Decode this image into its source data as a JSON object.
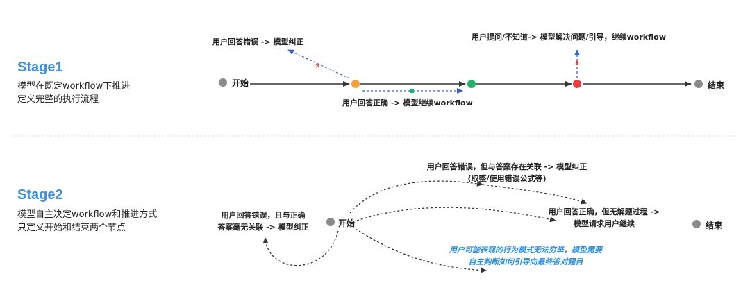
{
  "stage1": {
    "title": "Stage1",
    "desc_line1": "模型在既定workflow下推进",
    "desc_line2": "定义完整的执行流程",
    "start_label": "开始",
    "end_label": "结束",
    "wrong_label": "用户回答错误 -> 模型纠正",
    "correct_label": "用户回答正确 -> 模型继续workflow",
    "question_label": "用户提问/不知道-> 模型解决问题/引导，继续workflow",
    "colors": {
      "start": "#8a8a8a",
      "orange": "#f5a03a",
      "green": "#1fb36b",
      "red": "#ee3b3b",
      "end": "#8a8a8a",
      "dashed_arrow": "#2f63c8"
    }
  },
  "stage2": {
    "title": "Stage2",
    "desc_line1": "模型自主决定workflow和推进方式",
    "desc_line2": "只定义开始和结束两个节点",
    "start_label": "开始",
    "end_label": "结束",
    "left_line1": "用户回答错误，且与正确",
    "left_line2": "答案毫无关联 -> 模型纠正",
    "top_line1": "用户回答错误，但与答案存在关联 -> 模型纠正",
    "top_line2": "(取整/使用错误公式等)",
    "right_line1": "用户回答正确，但无解题过程 ->",
    "right_line2": "模型请求用户继续",
    "note_line1": "用户可能表现的行为模式无法穷举，模型需要",
    "note_line2": "自主判断如何引导向最终答对题目"
  }
}
